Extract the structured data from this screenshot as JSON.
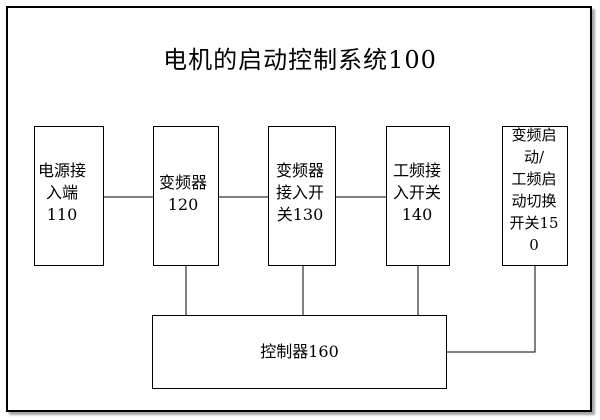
{
  "diagram": {
    "title": "电机的启动控制系统100",
    "blocks": [
      {
        "id": "power",
        "label": "电源接\n入端\n110"
      },
      {
        "id": "vfd",
        "label": "变频器\n120"
      },
      {
        "id": "vfd-switch",
        "label": "变频器\n接入开\n关130"
      },
      {
        "id": "mains-switch",
        "label": "工频接\n入开关\n140"
      },
      {
        "id": "changeover",
        "label": "变频启\n动/\n工频启\n动切换\n开关15\n0"
      },
      {
        "id": "controller",
        "label": "控制器160"
      }
    ]
  }
}
